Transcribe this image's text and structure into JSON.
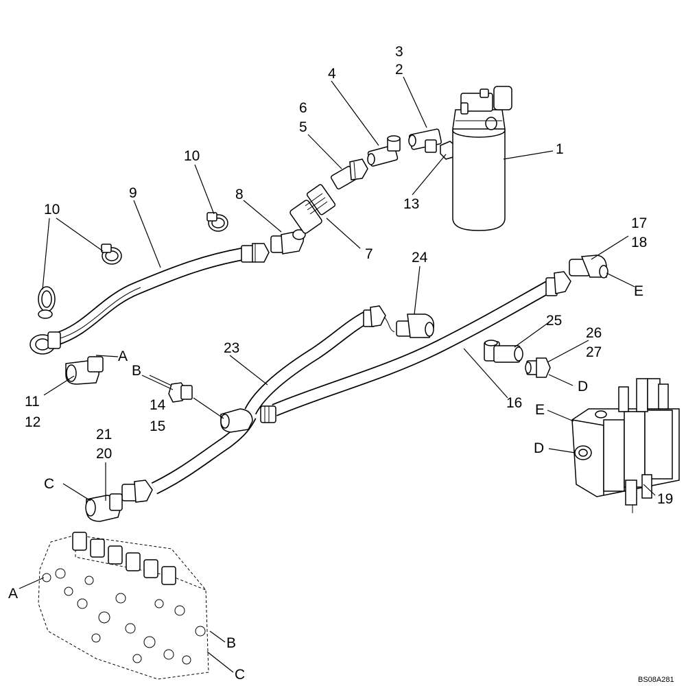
{
  "diagram": {
    "reference_code": "BS08A281",
    "callouts": {
      "n1": "1",
      "n2": "2",
      "n3": "3",
      "n4": "4",
      "n5": "5",
      "n6": "6",
      "n7": "7",
      "n8": "8",
      "n9": "9",
      "n10a": "10",
      "n10b": "10",
      "n11": "11",
      "n12": "12",
      "n13": "13",
      "n14": "14",
      "n15": "15",
      "n16": "16",
      "n17": "17",
      "n18": "18",
      "n19": "19",
      "n20": "20",
      "n21": "21",
      "n23": "23",
      "n24": "24",
      "n25": "25",
      "n26": "26",
      "n27": "27"
    },
    "connections": {
      "a1": "A",
      "a2": "A",
      "b1": "B",
      "b2": "B",
      "c1": "C",
      "c2": "C",
      "d1": "D",
      "d2": "D",
      "e1": "E",
      "e2": "E"
    }
  }
}
